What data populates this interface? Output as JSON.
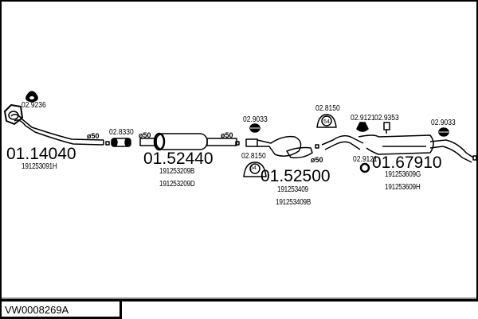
{
  "diagram_id": "VW0008269A",
  "colors": {
    "line": "#000000",
    "background": "#ffffff",
    "frame_shadow": "#888888"
  },
  "parts": [
    {
      "number": "01.14040",
      "oem_refs": [
        "191253091H"
      ],
      "component": "front-pipe"
    },
    {
      "number": "01.52440",
      "oem_refs": [
        "191253209B",
        "191253209D"
      ],
      "component": "front-silencer"
    },
    {
      "number": "01.52500",
      "oem_refs": [
        "191253409",
        "191253409B"
      ],
      "component": "middle-silencer"
    },
    {
      "number": "01.67910",
      "oem_refs": [
        "191253609G",
        "191253609H"
      ],
      "component": "rear-silencer"
    }
  ],
  "accessories": {
    "a1": "02.9236",
    "a2": "02.8330",
    "a3": "02.9033",
    "a4": "02.8150",
    "a5": "02.8150",
    "a6": "02.9121",
    "a7": "02.9353",
    "a8": "02.9033",
    "a9": "02.9121"
  },
  "diameters": {
    "d1": "ø50",
    "d2": "ø50",
    "d3": "ø50",
    "d4": "ø50"
  },
  "clamp_label": "54"
}
